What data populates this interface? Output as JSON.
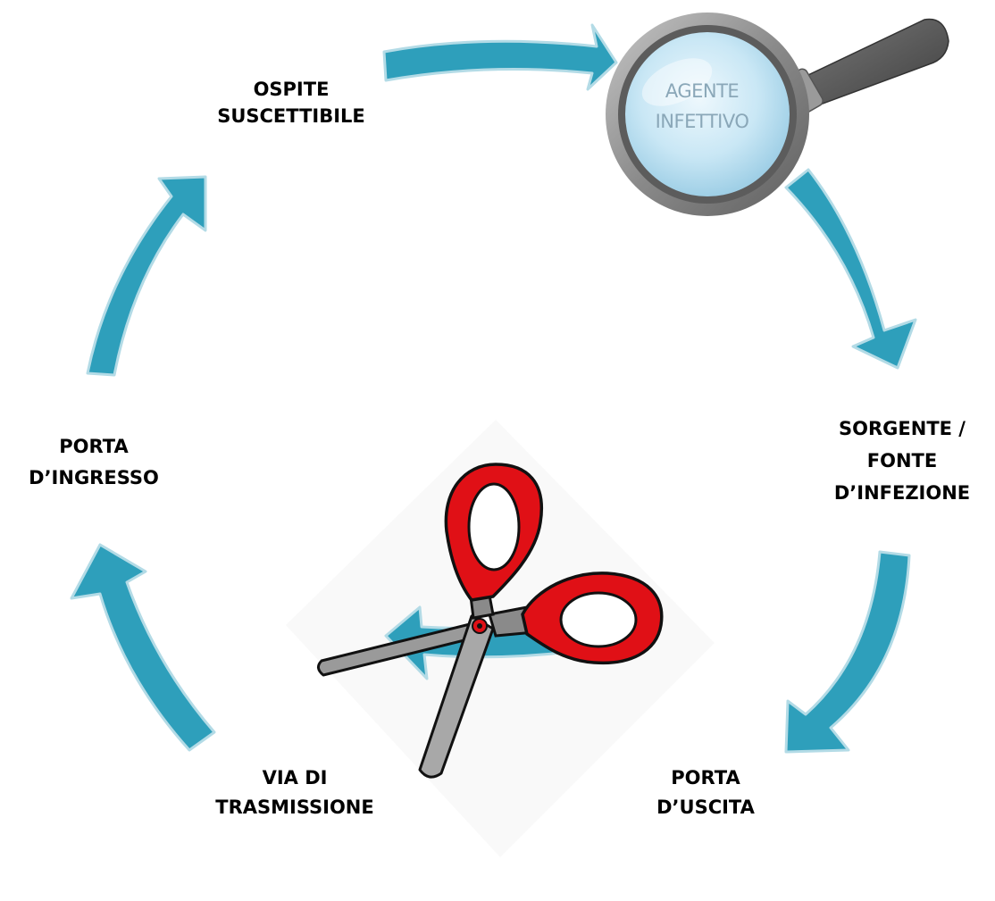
{
  "nodes": {
    "ospite_suscettibile": [
      "OSPITE",
      "SUSCETTIBILE"
    ],
    "agente_infettivo": [
      "AGENTE",
      "INFETTIVO"
    ],
    "sorgente": [
      "SORGENTE /",
      "FONTE",
      "D’INFEZIONE"
    ],
    "porta_uscita": [
      "PORTA",
      "D’USCITA"
    ],
    "via_trasmissione": [
      "VIA DI",
      "TRASMISSIONE"
    ],
    "porta_ingresso": [
      "PORTA",
      "D’INGRESSO"
    ]
  },
  "colors": {
    "arrow_fill": "#2e9fbb",
    "arrow_outline": "#b3dbe6",
    "scissors_handle": "#e01016",
    "scissors_blade": "#9a9a9a",
    "lens": "#c9e7f5",
    "magnifier_rim": "#7b7b7b",
    "magnifier_handle": "#555555"
  },
  "icons": [
    "magnifying-glass-icon",
    "scissors-icon",
    "cycle-arrow-icon"
  ]
}
